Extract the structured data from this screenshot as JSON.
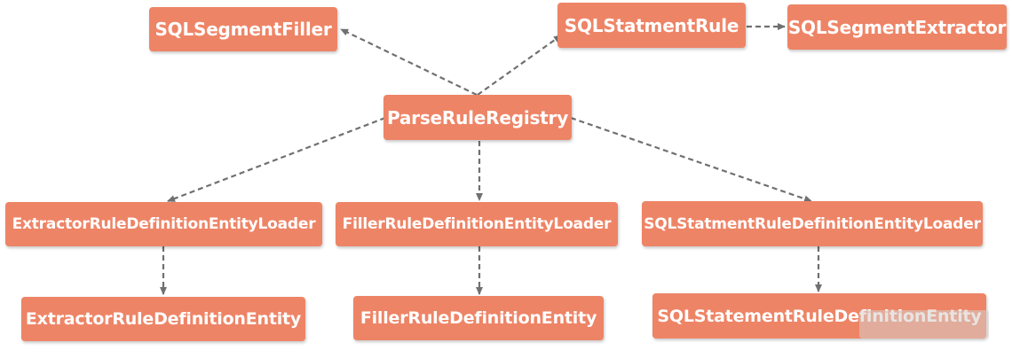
{
  "nodes": {
    "sql_segment_filler": "SQLSegmentFiller",
    "sql_statment_rule": "SQLStatmentRule",
    "sql_segment_extractor": "SQLSegmentExtractor",
    "parse_rule_registry": "ParseRuleRegistry",
    "extractor_loader": "ExtractorRuleDefinitionEntityLoader",
    "filler_loader": "FillerRuleDefinitionEntityLoader",
    "sql_statment_loader": "SQLStatmentRuleDefinitionEntityLoader",
    "extractor_entity": "ExtractorRuleDefinitionEntity",
    "filler_entity": "FillerRuleDefinitionEntity",
    "sql_statement_entity": "SQLStatementRuleDefinitionEntity"
  },
  "colors": {
    "node_fill": "#ee8466",
    "node_text": "#ffffff",
    "arrow": "#707070"
  }
}
